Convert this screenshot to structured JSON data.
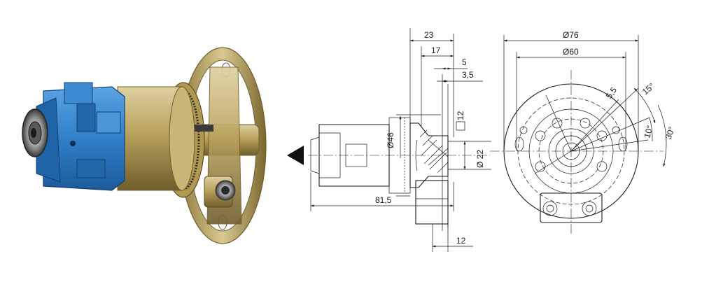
{
  "photo": {
    "colors": {
      "blue": "#2f7fc9",
      "blue_dark": "#1c5b99",
      "brass": "#b9a25c",
      "brass_dark": "#7d6a34",
      "brass_light": "#ddd0a0"
    }
  },
  "side_view": {
    "dims": {
      "d23": "23",
      "d17": "17",
      "d5": "5",
      "d3_5": "3,5",
      "d81_5": "81,5",
      "d12_bottom": "12",
      "dia46": "Ø46",
      "dia22": "Ø 22",
      "sq12": "12"
    }
  },
  "front_view": {
    "dims": {
      "dia76": "Ø76",
      "dia60": "Ø60",
      "d5_5": "5,5",
      "a15": "15°",
      "a10": "10°",
      "a30": "30°"
    }
  }
}
